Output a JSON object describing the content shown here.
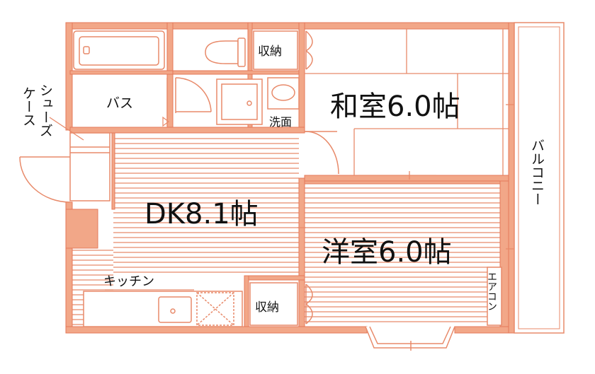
{
  "colors": {
    "wall": "#f2a788",
    "wall_stroke": "#e4795a",
    "line": "#e88a6a",
    "text": "#111111",
    "bg": "#ffffff"
  },
  "rooms": {
    "dk": "DK8.1帖",
    "washitsu": "和室6.0帖",
    "youshitsu": "洋室6.0帖",
    "bath": "バス",
    "washroom": "洗面",
    "storage_top": "収納",
    "storage_bottom": "収納",
    "kitchen": "キッチン",
    "aircon": "エアコン",
    "balcony": "バルコニー",
    "shoe_case_col1": "シューズ",
    "shoe_case_col2": "ケース"
  }
}
